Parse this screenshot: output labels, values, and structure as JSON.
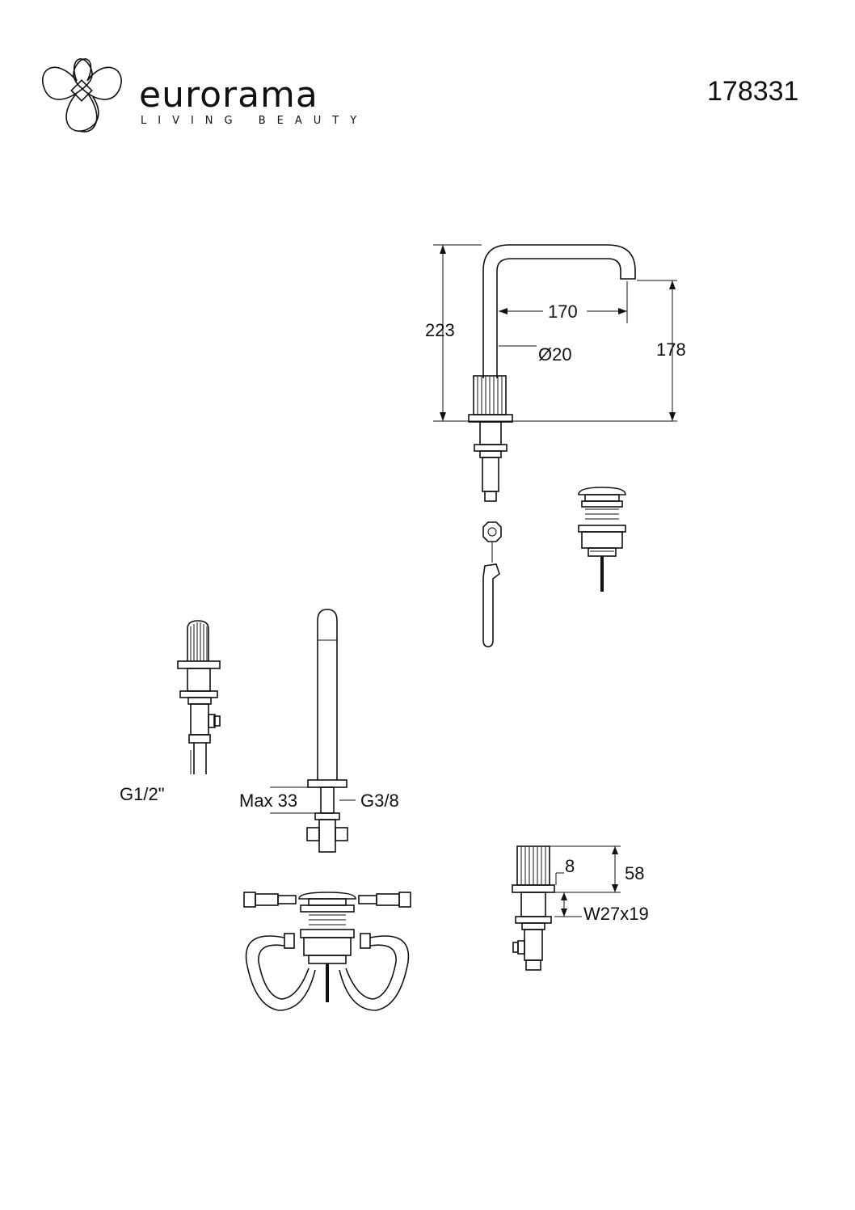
{
  "header": {
    "brand_name": "eurorama",
    "brand_tagline": "LIVING BEAUTY",
    "logo_icon": "eurorama-logo-icon",
    "product_code": "178331"
  },
  "spout_view": {
    "dimensions": {
      "total_height": "223",
      "projection": "170",
      "spout_diameter": "Ø20",
      "outlet_height": "178"
    }
  },
  "installation_view": {
    "dimensions": {
      "handle_connection": "G1/2\"",
      "max_deck_thickness": "Max 33",
      "spout_connection": "G3/8",
      "handle_height": "58",
      "flange_thickness": "8",
      "handle_thread": "W27x19"
    }
  },
  "colors": {
    "line": "#111111",
    "background": "#ffffff"
  }
}
